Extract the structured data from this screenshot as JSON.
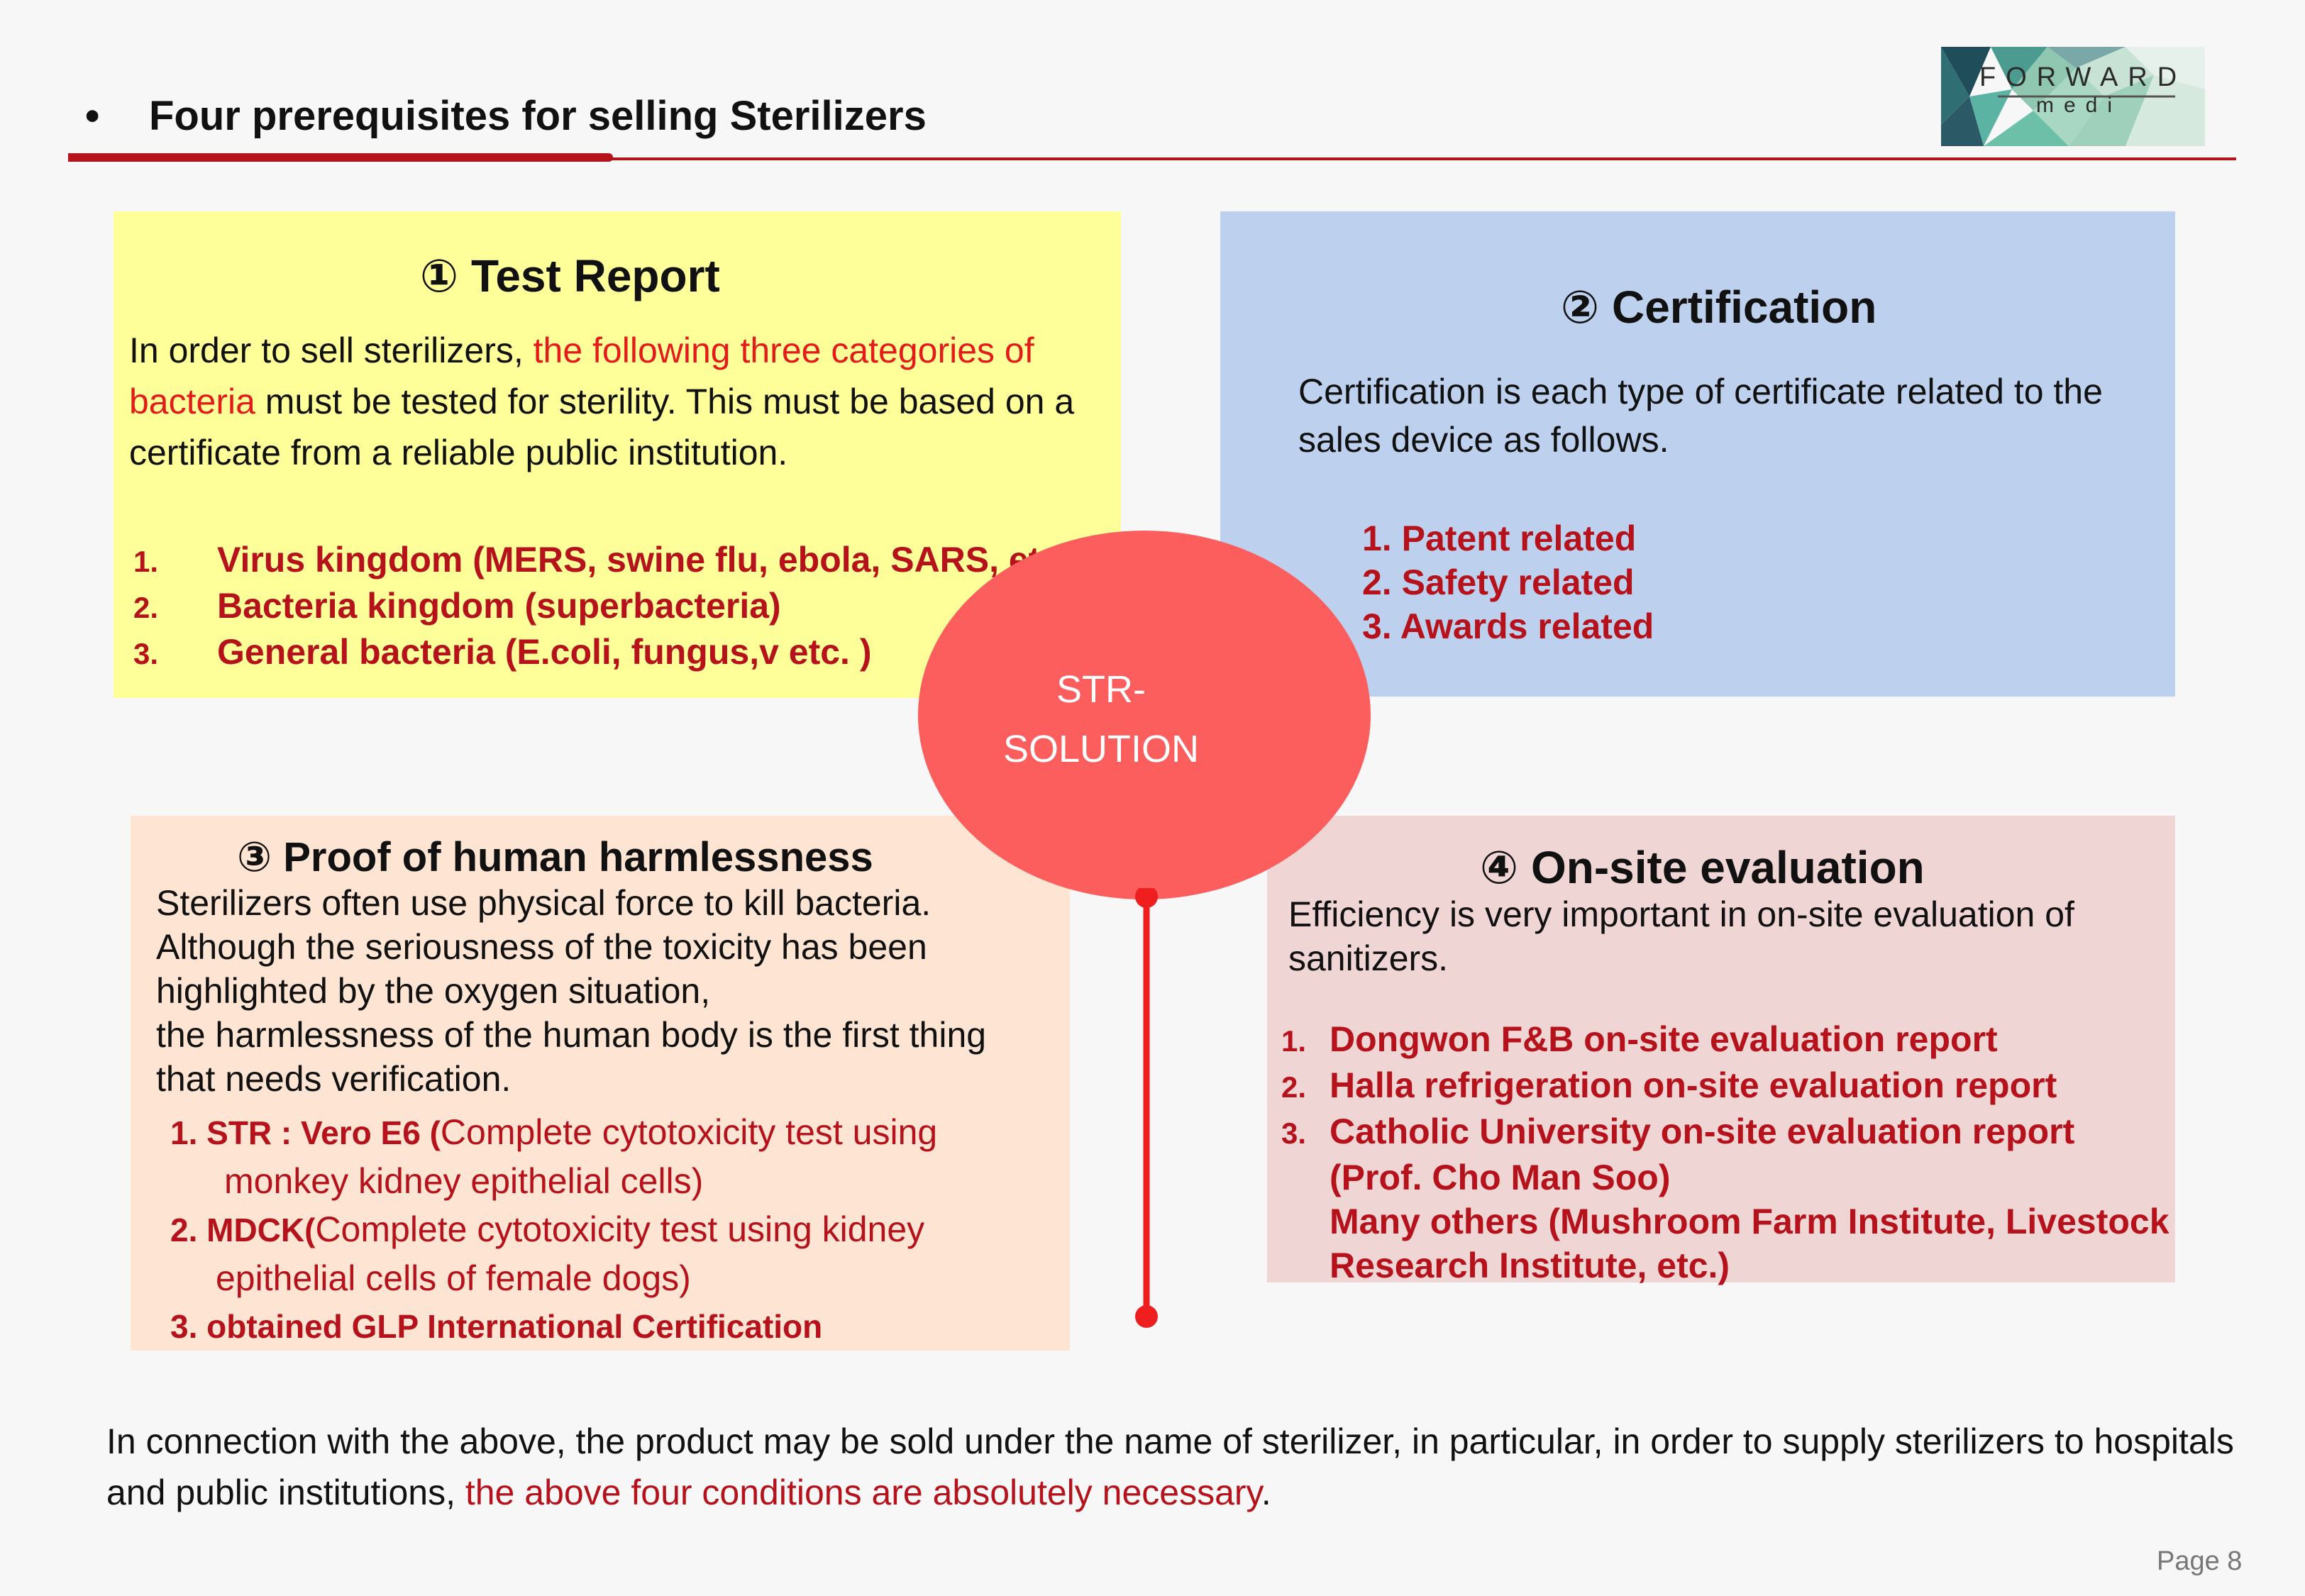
{
  "header": {
    "bullet": "•",
    "title": "Four prerequisites for selling Sterilizers"
  },
  "logo": {
    "text": "FORWARD",
    "sub": "medi"
  },
  "box1": {
    "title": "① Test Report",
    "para_1": " In order to sell sterilizers, ",
    "para_red": "the following three categories of bacteria",
    "para_2": " must be tested for sterility. This must be based on a certificate from a reliable public institution.",
    "items": [
      {
        "num": "1.",
        "text": "Virus kingdom (MERS, swine flu, ebola, SARS, etc.)"
      },
      {
        "num": "2.",
        "text": "Bacteria kingdom (superbacteria)"
      },
      {
        "num": "3.",
        "text": "General bacteria (E.coli, fungus,v etc. )"
      }
    ]
  },
  "box2": {
    "title": "② Certification",
    "para": "Certification is each type of certificate related to the sales device as follows.",
    "items": [
      "1. Patent related",
      "2. Safety related",
      "3. Awards related"
    ]
  },
  "box3": {
    "title": "③ Proof of human harmlessness",
    "lines": [
      " Sterilizers often use physical force to kill bacteria.",
      " Although the seriousness of the toxicity has been",
      "highlighted by the oxygen situation,",
      "the harmlessness of the human body is the first thing",
      "that needs verification."
    ],
    "item1_label": "1. STR : Vero E6 (",
    "item1_text": "Complete cytotoxicity test using",
    "item1_cont": "monkey kidney epithelial cells)",
    "item2_label": "2. MDCK(",
    "item2_text": "Complete cytotoxicity test using kidney",
    "item2_cont": "epithelial cells of female dogs)",
    "item3": "3. obtained GLP International Certification"
  },
  "box4": {
    "title": "④ On-site evaluation",
    "para": "Efficiency is very important in on-site evaluation of sanitizers.",
    "items": [
      {
        "num": "1.",
        "text": "Dongwon F&B on-site evaluation report"
      },
      {
        "num": "2.",
        "text": "Halla refrigeration on-site evaluation report"
      },
      {
        "num": "3.",
        "text": "Catholic University on-site evaluation report"
      }
    ],
    "cont_1": "(Prof. Cho Man Soo)",
    "cont_2": "Many others (Mushroom Farm Institute, Livestock",
    "cont_3": "Research Institute, etc.)"
  },
  "circle": {
    "line1": "STR-",
    "line2": "SOLUTION"
  },
  "footer": {
    "text_1": "In connection with the above, the product may be sold under the name of sterilizer, in particular, in order to supply sterilizers to hospitals and public institutions, ",
    "text_red": "the above four conditions are absolutely necessary",
    "text_2": "."
  },
  "page": "Page 8",
  "colors": {
    "accent_red": "#b5121b",
    "highlight_red": "#e31b1b",
    "box1_bg": "#ffff99",
    "box2_bg": "#bdd1ee",
    "box3_bg": "#fde4d3",
    "box4_bg": "#f0d5d5",
    "circle": "#fc5d5d"
  }
}
